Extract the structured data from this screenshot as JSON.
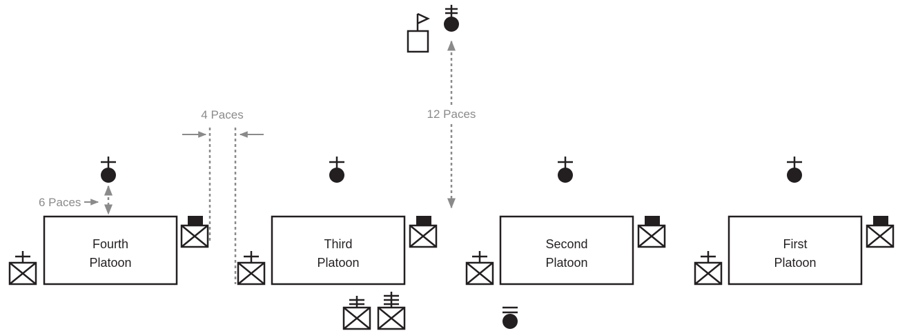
{
  "platoons": [
    {
      "line1": "Fourth",
      "line2": "Platoon"
    },
    {
      "line1": "Third",
      "line2": "Platoon"
    },
    {
      "line1": "Second",
      "line2": "Platoon"
    },
    {
      "line1": "First",
      "line2": "Platoon"
    }
  ],
  "measurements": {
    "pace6": "6 Paces",
    "pace4": "4 Paces",
    "pace12": "12 Paces"
  },
  "colors": {
    "symbol": "#231f20",
    "measure": "#8a8a8a"
  }
}
